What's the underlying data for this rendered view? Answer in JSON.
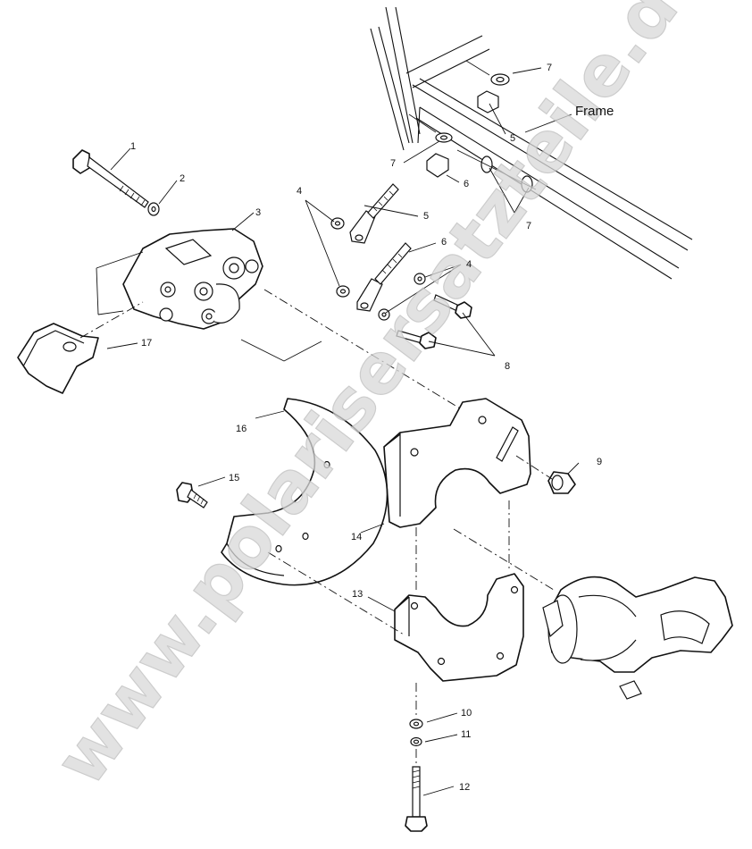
{
  "diagram": {
    "frame_label": "Frame",
    "watermark_text": "www.polarisersatzteile.de",
    "callouts": {
      "c1": "1",
      "c2": "2",
      "c3": "3",
      "c4a": "4",
      "c4b": "4",
      "c5a": "5",
      "c5b": "5",
      "c6a": "6",
      "c6b": "6",
      "c7a": "7",
      "c7b": "7",
      "c7c": "7",
      "c8": "8",
      "c9": "9",
      "c10": "10",
      "c11": "11",
      "c12": "12",
      "c13": "13",
      "c14": "14",
      "c15": "15",
      "c16": "16",
      "c17": "17"
    }
  }
}
